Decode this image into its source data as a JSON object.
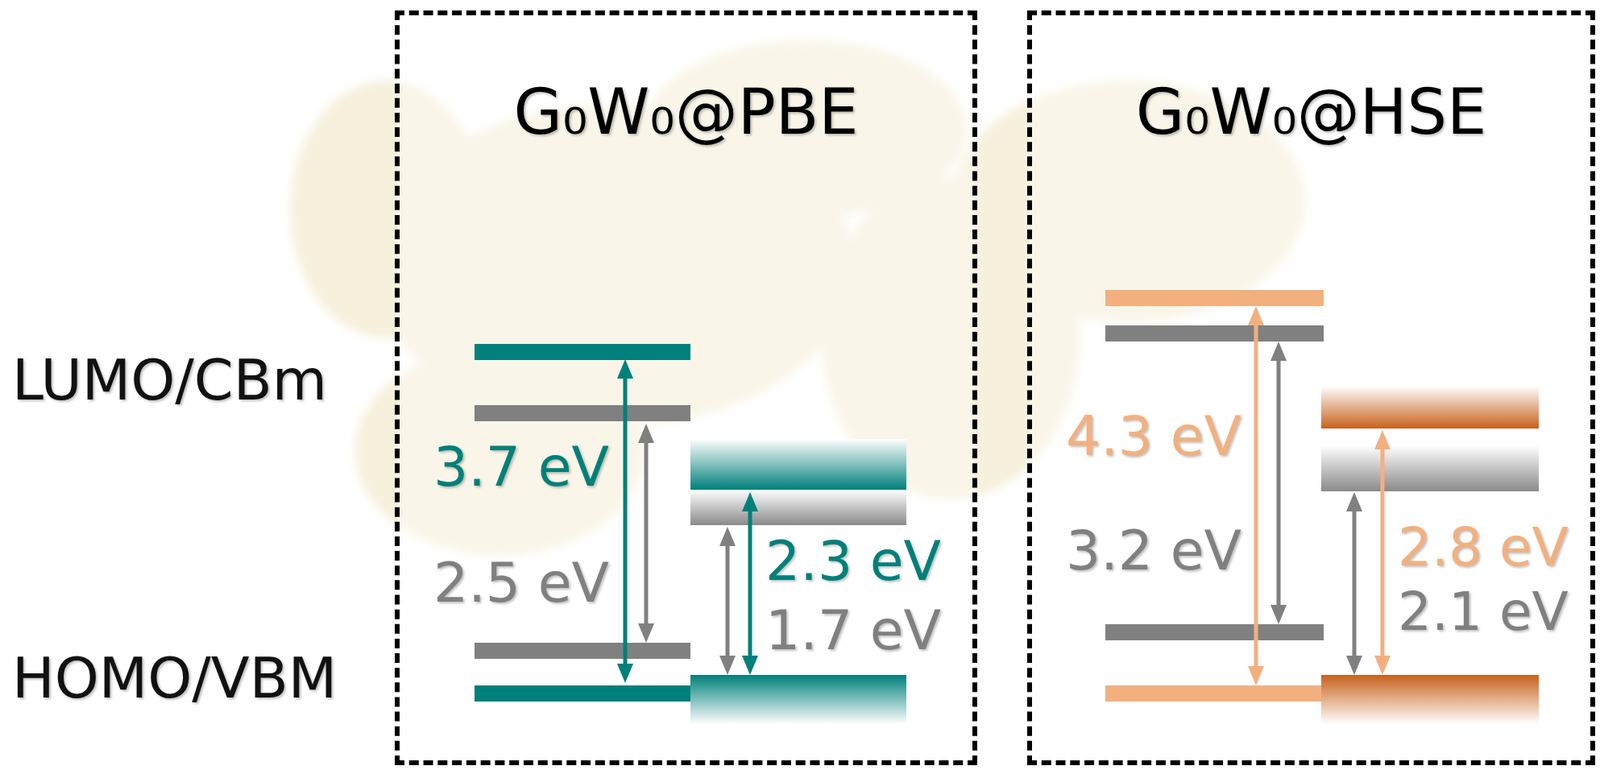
{
  "diagram": {
    "nodes": [
      {
        "text": [
          "G₀W₀@PBE"
        ]
      },
      {
        "text": [
          "G₀W₀@HSE"
        ]
      }
    ],
    "labels": [
      "LUMO/CBm",
      "HOMO/VBM",
      "3.7 eV",
      "2.5 eV",
      "2.3 eV",
      "1.7 eV",
      "4.3 eV",
      "3.2 eV",
      "2.8 eV",
      "2.1 eV"
    ]
  }
}
